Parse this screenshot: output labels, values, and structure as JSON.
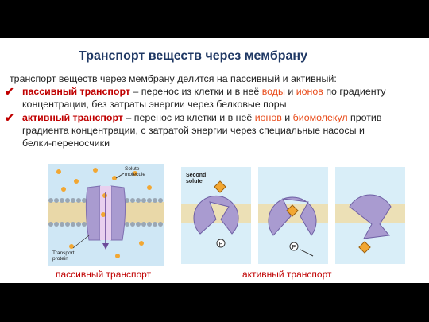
{
  "title": "Транспорт веществ через мембрану",
  "intro": "транспорт веществ через мембрану делится на пассивный и активный:",
  "passive": {
    "term": "пассивный транспорт",
    "t1": " – перенос из клетки и в неё ",
    "w1": "воды",
    "t2": " и ",
    "w2": "ионов",
    "t3": " по градиенту",
    "line2": "концентрации, без затраты энергии через белковые поры"
  },
  "active": {
    "term": "активный транспорт",
    "t1": " – перенос из клетки и в неё ",
    "w1": "ионов",
    "t2": " и ",
    "w2": "биомолекул",
    "t3": " против",
    "line2": "градиента концентрации, с затратой энергии через специальные насосы и",
    "line3": "белки-переносчики"
  },
  "figures": {
    "passive": {
      "solute_label": [
        "Solute",
        "molecule"
      ],
      "protein_label": [
        "Transport",
        "protein"
      ]
    },
    "active": {
      "second_solute_label": [
        "Second",
        "solute"
      ],
      "phosphate": "P"
    }
  },
  "captions": {
    "passive": "пассивный транспорт",
    "active": "активный транспорт"
  },
  "colors": {
    "title": "#1f3864",
    "accent": "#c00000",
    "highlight": "#e84b1a",
    "protein": "#a99bd0",
    "solute": "#f2a732",
    "membrane": "#c9e3f2"
  }
}
